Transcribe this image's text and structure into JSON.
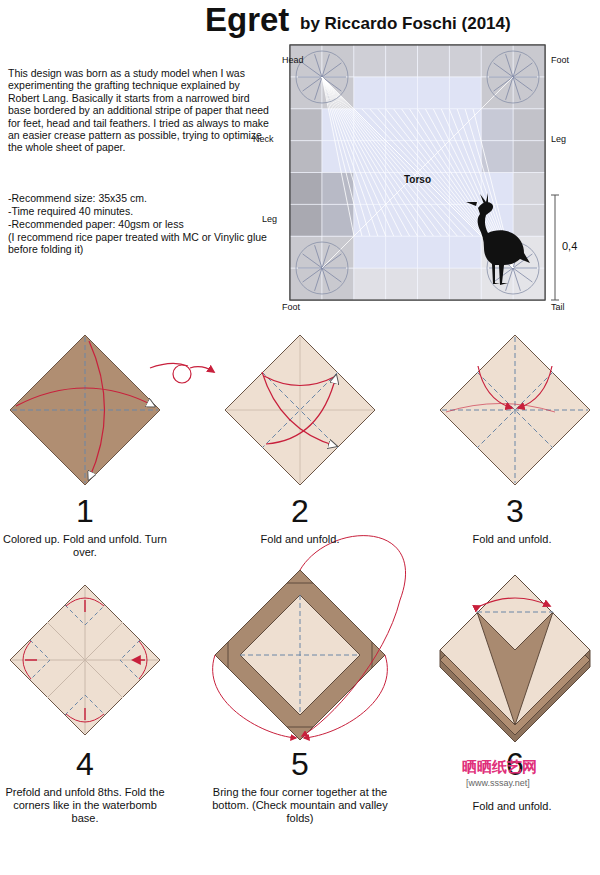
{
  "diagram": {
    "title": "Egret",
    "labels": [
      "by Riccardo Foschi (2014)",
      "This design was born as a study model when I was experimenting the grafting technique explained by Robert Lang. Basically it starts from a narrowed bird base bordered by an additional stripe of paper that need for feet, head and tail feathers. I tried as always to make an easier crease pattern as possible, trying to optimize the whole sheet of paper.",
      "-Recommend size: 35x35 cm.",
      "-Time required 40 minutes.",
      "-Recommended paper: 40gsm or less",
      "(I recommend rice paper treated with MC or Vinylic glue before folding it)",
      "Head",
      "Foot",
      "Neck",
      "Leg",
      "Torso",
      "Leg",
      "Foot",
      "Tail",
      "0,4",
      "1",
      "Colored up. Fold and unfold. Turn over.",
      "2",
      "Fold and unfold.",
      "3",
      "Fold and unfold.",
      "4",
      "Prefold and unfold 8ths. Fold the corners like in the waterbomb base.",
      "5",
      "Bring the four corner together at the bottom. (Check mountain and valley folds)",
      "6",
      "Fold and unfold.",
      "晒晒纸艺网",
      "[www.sssay.net]"
    ]
  }
}
